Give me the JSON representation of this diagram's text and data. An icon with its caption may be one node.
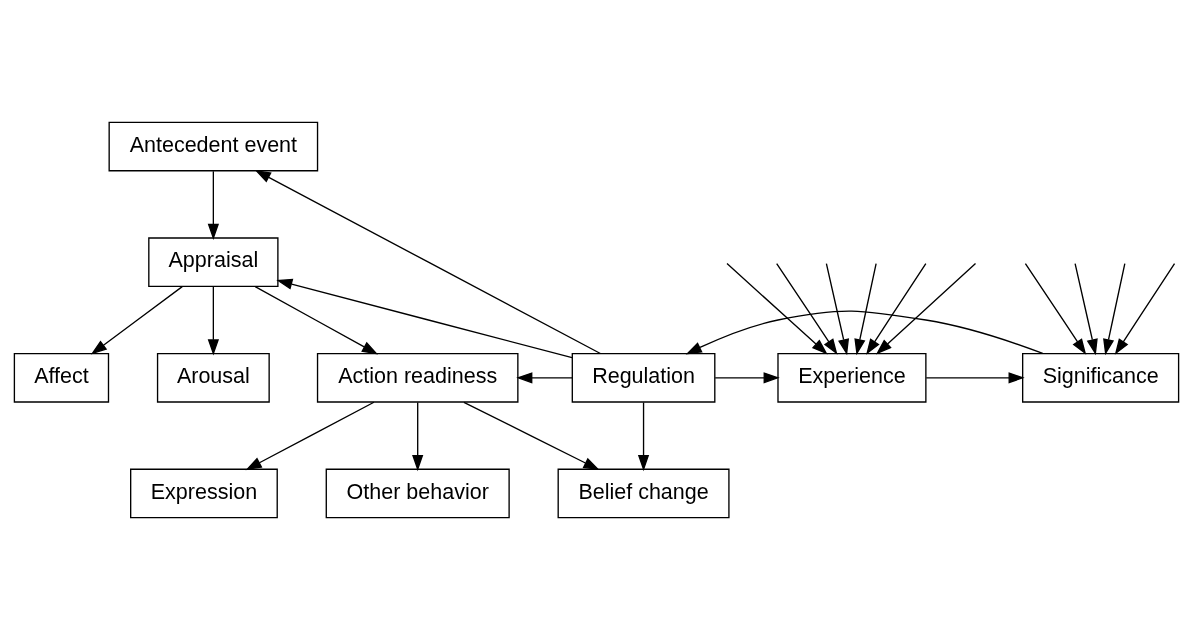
{
  "diagram": {
    "nodes": [
      {
        "text": [
          "Antecedent event"
        ]
      },
      {
        "text": [
          "Appraisal"
        ]
      },
      {
        "text": [
          "Experience"
        ]
      },
      {
        "text": [
          "Affect"
        ]
      },
      {
        "text": [
          "Arousal"
        ]
      },
      {
        "text": [
          "Action readiness"
        ]
      },
      {
        "text": [
          "Significance"
        ]
      },
      {
        "text": [
          "Regulation"
        ]
      },
      {
        "text": [
          "Expression"
        ]
      },
      {
        "text": [
          "Other behavior"
        ]
      },
      {
        "text": [
          "Belief change"
        ]
      }
    ],
    "edges": [
      {
        "from": 0,
        "to": 1,
        "arrow": "to"
      },
      {
        "from": 7,
        "to": 0,
        "arrow": "to"
      },
      {
        "from": 7,
        "to": 1,
        "arrow": "to"
      },
      {
        "from": 1,
        "to": 3,
        "arrow": "to"
      },
      {
        "from": 1,
        "to": 4,
        "arrow": "to"
      },
      {
        "from": 1,
        "to": 5,
        "arrow": "to"
      },
      {
        "from": null,
        "to": 2,
        "arrow": "to"
      },
      {
        "from": null,
        "to": 2,
        "arrow": "to"
      },
      {
        "from": null,
        "to": 2,
        "arrow": "to"
      },
      {
        "from": null,
        "to": 2,
        "arrow": "to"
      },
      {
        "from": null,
        "to": 2,
        "arrow": "to"
      },
      {
        "from": null,
        "to": 2,
        "arrow": "to"
      },
      {
        "from": null,
        "to": 6,
        "arrow": "to"
      },
      {
        "from": null,
        "to": 6,
        "arrow": "to"
      },
      {
        "from": null,
        "to": 6,
        "arrow": "to"
      },
      {
        "from": null,
        "to": 6,
        "arrow": "to"
      },
      {
        "from": 6,
        "to": 7,
        "arrow": "to"
      },
      {
        "from": 5,
        "to": 8,
        "arrow": "to"
      },
      {
        "from": 5,
        "to": 9,
        "arrow": "to"
      },
      {
        "from": 5,
        "to": 10,
        "arrow": "to"
      },
      {
        "from": 7,
        "to": 10,
        "arrow": "to"
      },
      {
        "from": 7,
        "to": 5,
        "arrow": "to"
      },
      {
        "from": 2,
        "to": 6,
        "arrow": "to"
      },
      {
        "from": 7,
        "to": 2,
        "arrow": "to"
      }
    ]
  }
}
